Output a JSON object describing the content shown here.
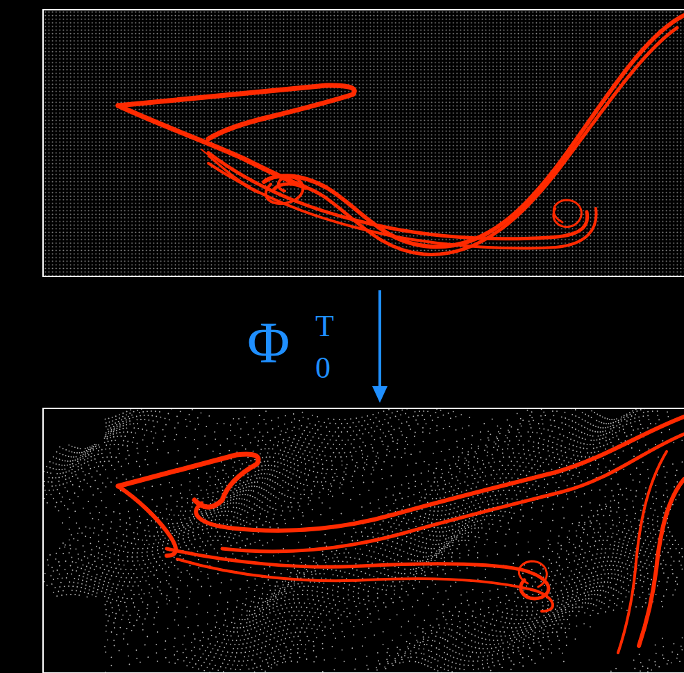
{
  "diagram": {
    "labels": [
      "Φ",
      "T",
      "0"
    ]
  }
}
